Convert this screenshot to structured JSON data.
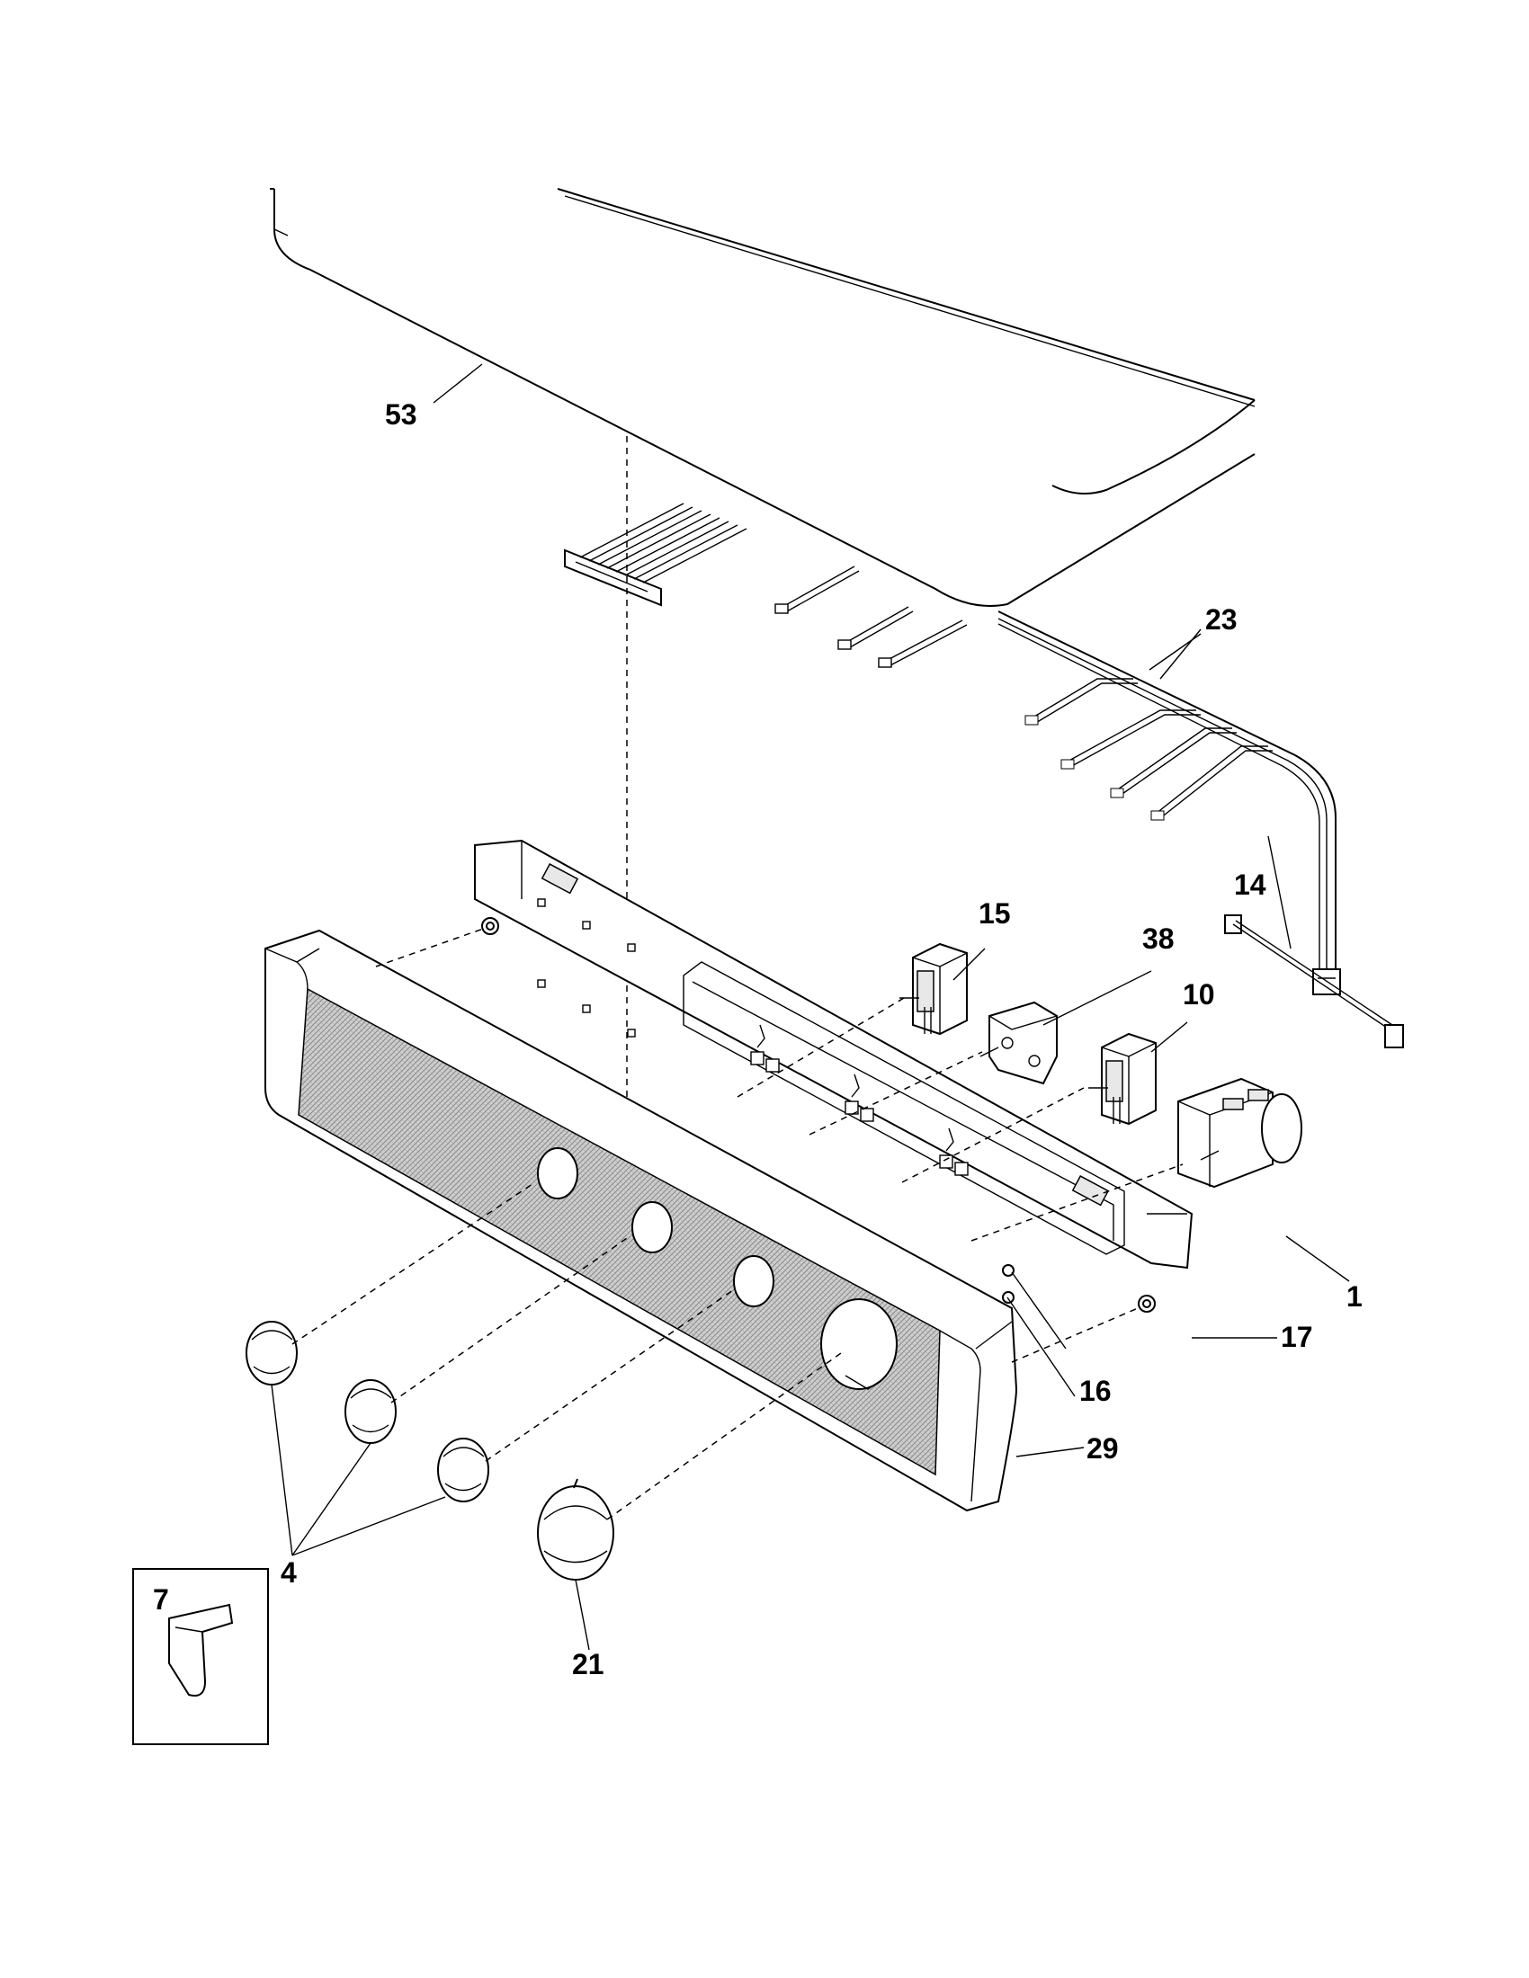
{
  "diagram": {
    "type": "exploded-parts-diagram",
    "labels": [
      {
        "id": "53",
        "text": "53"
      },
      {
        "id": "23",
        "text": "23"
      },
      {
        "id": "14",
        "text": "14"
      },
      {
        "id": "15",
        "text": "15"
      },
      {
        "id": "38",
        "text": "38"
      },
      {
        "id": "10",
        "text": "10"
      },
      {
        "id": "1",
        "text": "1"
      },
      {
        "id": "17",
        "text": "17"
      },
      {
        "id": "16",
        "text": "16"
      },
      {
        "id": "29",
        "text": "29"
      },
      {
        "id": "4",
        "text": "4"
      },
      {
        "id": "21",
        "text": "21"
      },
      {
        "id": "7",
        "text": "7"
      }
    ]
  }
}
